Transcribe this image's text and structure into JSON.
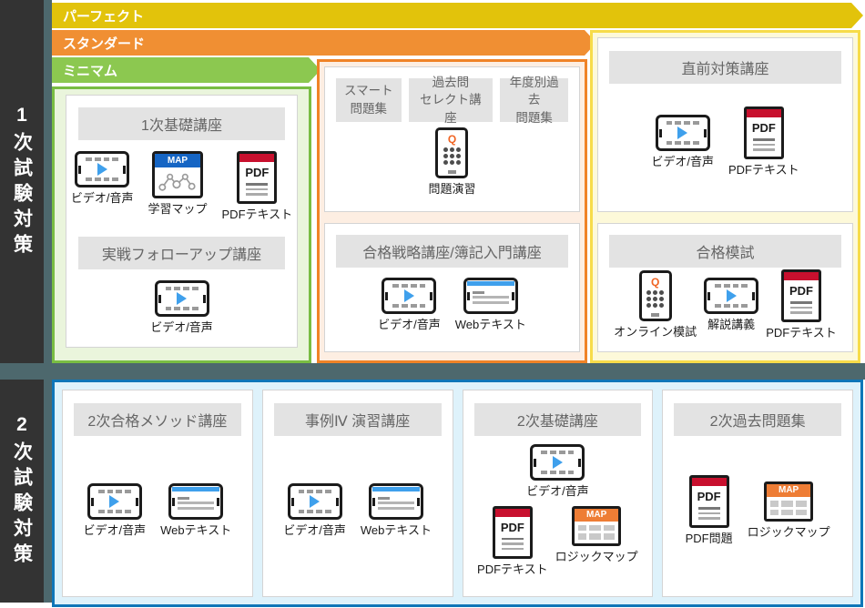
{
  "sections": {
    "primary": {
      "label": "1次試験対策"
    },
    "secondary": {
      "label": "2次試験対策"
    }
  },
  "plans": [
    {
      "id": "perfect",
      "label": "パーフェクト"
    },
    {
      "id": "standard",
      "label": "スタンダード"
    },
    {
      "id": "minimum",
      "label": "ミニマム"
    }
  ],
  "icon_text": {
    "map": "MAP",
    "pdf": "PDF",
    "q": "Q"
  },
  "primary": {
    "minimum": {
      "courses": [
        {
          "title": "1次基礎講座",
          "items": [
            {
              "icon": "video-audio",
              "label": "ビデオ/音声"
            },
            {
              "icon": "study-map",
              "label": "学習マップ"
            },
            {
              "icon": "pdf-text",
              "label": "PDFテキスト"
            }
          ]
        },
        {
          "title": "実戦フォローアップ講座",
          "items": [
            {
              "icon": "video-audio",
              "label": "ビデオ/音声"
            }
          ]
        }
      ]
    },
    "standard": {
      "courses": [
        {
          "labels": [
            "スマート\n問題集",
            "過去問\nセレクト講座",
            "年度別過去\n問題集"
          ],
          "items": [
            {
              "icon": "quiz",
              "label": "問題演習"
            }
          ]
        },
        {
          "title": "合格戦略講座/簿記入門講座",
          "items": [
            {
              "icon": "video-audio",
              "label": "ビデオ/音声"
            },
            {
              "icon": "web-text",
              "label": "Webテキスト"
            }
          ]
        }
      ]
    },
    "perfect": {
      "courses": [
        {
          "title": "直前対策講座",
          "items": [
            {
              "icon": "video-audio",
              "label": "ビデオ/音声"
            },
            {
              "icon": "pdf-text",
              "label": "PDFテキスト"
            }
          ]
        },
        {
          "title": "合格模試",
          "items": [
            {
              "icon": "quiz",
              "label": "オンライン模試"
            },
            {
              "icon": "video-audio",
              "label": "解説講義"
            },
            {
              "icon": "pdf-text",
              "label": "PDFテキスト"
            }
          ]
        }
      ]
    }
  },
  "secondary": {
    "courses": [
      {
        "title": "2次合格メソッド講座",
        "items": [
          {
            "icon": "video-audio",
            "label": "ビデオ/音声"
          },
          {
            "icon": "web-text",
            "label": "Webテキスト"
          }
        ]
      },
      {
        "title": "事例Ⅳ 演習講座",
        "items": [
          {
            "icon": "video-audio",
            "label": "ビデオ/音声"
          },
          {
            "icon": "web-text",
            "label": "Webテキスト"
          }
        ]
      },
      {
        "title": "2次基礎講座",
        "items": [
          {
            "icon": "video-audio",
            "label": "ビデオ/音声"
          },
          {
            "icon": "pdf-text",
            "label": "PDFテキスト"
          },
          {
            "icon": "logic-map",
            "label": "ロジックマップ"
          }
        ]
      },
      {
        "title": "2次過去問題集",
        "items": [
          {
            "icon": "pdf-text",
            "label": "PDF問題"
          },
          {
            "icon": "logic-map",
            "label": "ロジックマップ"
          }
        ]
      }
    ]
  },
  "colors": {
    "sidebar_dark": "#333333",
    "teal_background": "#4d686d",
    "plan_perfect_yellow": "#e2c30b",
    "plan_standard_orange": "#f08f33",
    "plan_minimum_green": "#8cc850",
    "secondary_blue_border": "#0f76b8",
    "secondary_blue_fill": "#def2fb",
    "pdf_red": "#c8102e",
    "play_blue": "#3fa0ec",
    "map_blue": "#1565c4",
    "quiz_orange": "#f06423",
    "logicmap_orange": "#ee7d35",
    "title_bar_gray": "#e3e3e3"
  }
}
